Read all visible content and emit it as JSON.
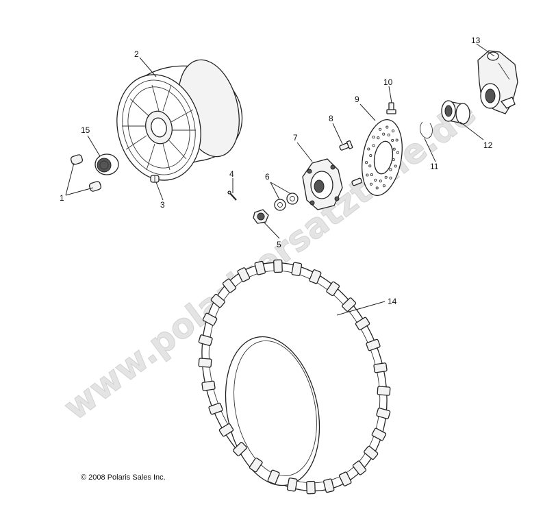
{
  "watermark": "www.polarisersatzteile.de",
  "copyright": "© 2008 Polaris Sales Inc.",
  "callouts": [
    {
      "id": "1",
      "part": "lug-stud"
    },
    {
      "id": "2",
      "part": "wheel-rim"
    },
    {
      "id": "3",
      "part": "valve-stem"
    },
    {
      "id": "4",
      "part": "cotter-pin"
    },
    {
      "id": "5",
      "part": "castle-nut"
    },
    {
      "id": "6",
      "part": "washer"
    },
    {
      "id": "7",
      "part": "wheel-hub"
    },
    {
      "id": "8",
      "part": "brake-disc-bolt"
    },
    {
      "id": "9",
      "part": "brake-disc"
    },
    {
      "id": "10",
      "part": "bolt"
    },
    {
      "id": "11",
      "part": "retaining-ring"
    },
    {
      "id": "12",
      "part": "bearing"
    },
    {
      "id": "13",
      "part": "knuckle"
    },
    {
      "id": "14",
      "part": "tire"
    },
    {
      "id": "15",
      "part": "center-cap"
    }
  ]
}
